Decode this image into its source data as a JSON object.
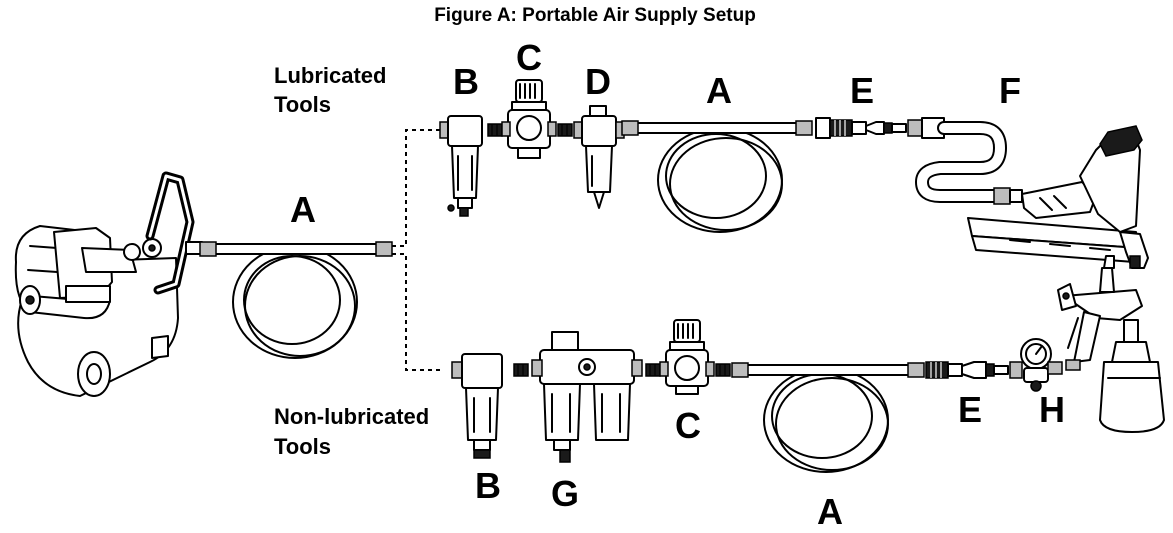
{
  "figure": {
    "title": "Figure A:  Portable Air Supply Setup"
  },
  "groups": {
    "lubricated": {
      "line1": "Lubricated",
      "line2": "Tools"
    },
    "non_lubricated": {
      "line1": "Non-lubricated",
      "line2": "Tools"
    }
  },
  "labels": {
    "main_hose": "A",
    "top_filter": "B",
    "top_regulator": "C",
    "top_lubricator": "D",
    "top_hose": "A",
    "top_coupler": "E",
    "top_whip_hose": "F",
    "bottom_filter": "B",
    "bottom_desiccant_dryer": "G",
    "bottom_regulator": "C",
    "bottom_hose": "A",
    "bottom_coupler": "E",
    "bottom_gauge": "H"
  },
  "icons": {
    "compressor": "air-compressor-icon",
    "nailer": "framing-nailer-icon",
    "spray_gun": "spray-gun-icon"
  }
}
